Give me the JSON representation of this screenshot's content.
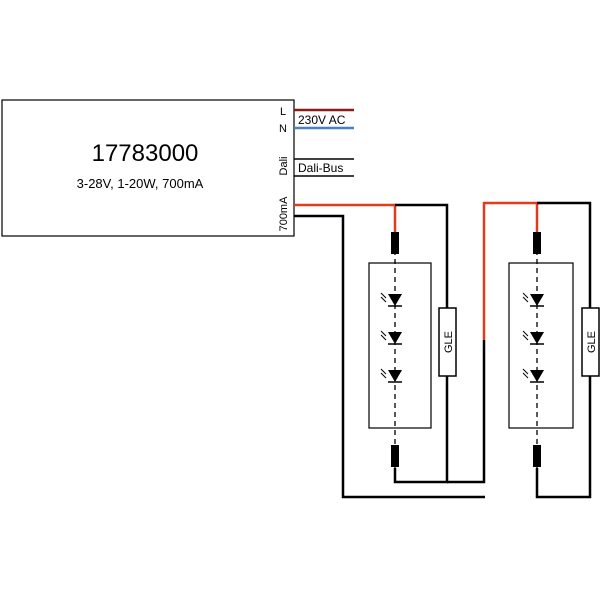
{
  "driver": {
    "model": "17783000",
    "specs": "3-28V, 1-20W, 700mA",
    "terminals": {
      "l": "L",
      "n": "N",
      "dali": "Dali",
      "output": "700mA"
    }
  },
  "labels": {
    "mains": "230V AC",
    "bus": "Dali-Bus"
  },
  "modules": [
    {
      "gle_label": "GLE"
    },
    {
      "gle_label": "GLE"
    }
  ],
  "colors": {
    "live": "#8b1a1a",
    "neutral": "#4a7fc4",
    "positive": "#e03a1f",
    "wire": "#000000"
  }
}
